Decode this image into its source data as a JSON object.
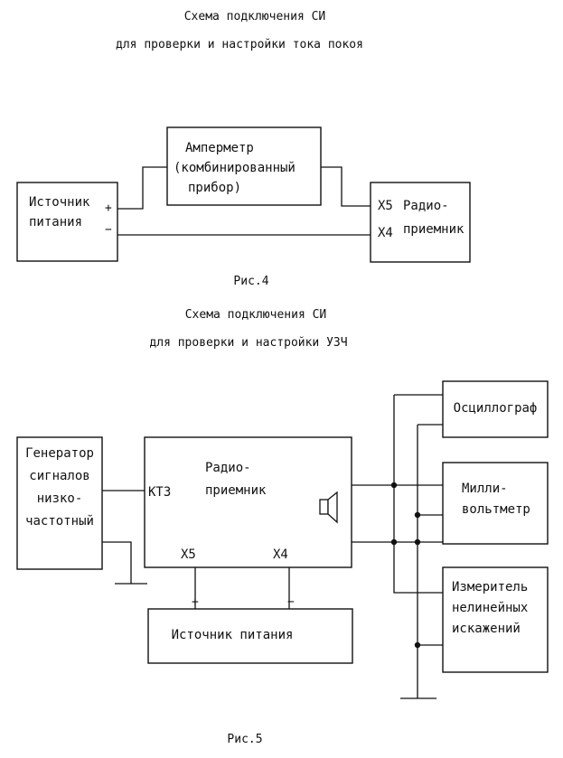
{
  "fig4": {
    "title_line1": "Схема подключения СИ",
    "title_line2": "для проверки и настройки тока покоя",
    "source": {
      "line1": "Источник",
      "line2": "питания",
      "plus": "+",
      "minus": "−"
    },
    "ammeter": {
      "line1": "Амперметр",
      "line2": "(комбинированный",
      "line3": "прибор)"
    },
    "radio": {
      "x5": "X5",
      "x4": "X4",
      "line1": "Радио-",
      "line2": "приемник"
    },
    "caption": "Рис.4"
  },
  "fig5": {
    "title_line1": "Схема подключения СИ",
    "title_line2": "для проверки и настройки УЗЧ",
    "generator": {
      "line1": "Генератор",
      "line2": "сигналов",
      "line3": "низко-",
      "line4": "частотный"
    },
    "radio": {
      "line1": "Радио-",
      "line2": "приемник",
      "kt3": "КТ3",
      "x5": "X5",
      "x4": "X4"
    },
    "oscillograph": "Осциллограф",
    "millivoltmeter": {
      "line1": "Милли-",
      "line2": "вольтметр"
    },
    "distortion_meter": {
      "line1": "Измеритель",
      "line2": "нелинейных",
      "line3": "искажений"
    },
    "power": {
      "label": "Источник питания",
      "plus": "+",
      "minus": "−"
    },
    "caption": "Рис.5"
  }
}
